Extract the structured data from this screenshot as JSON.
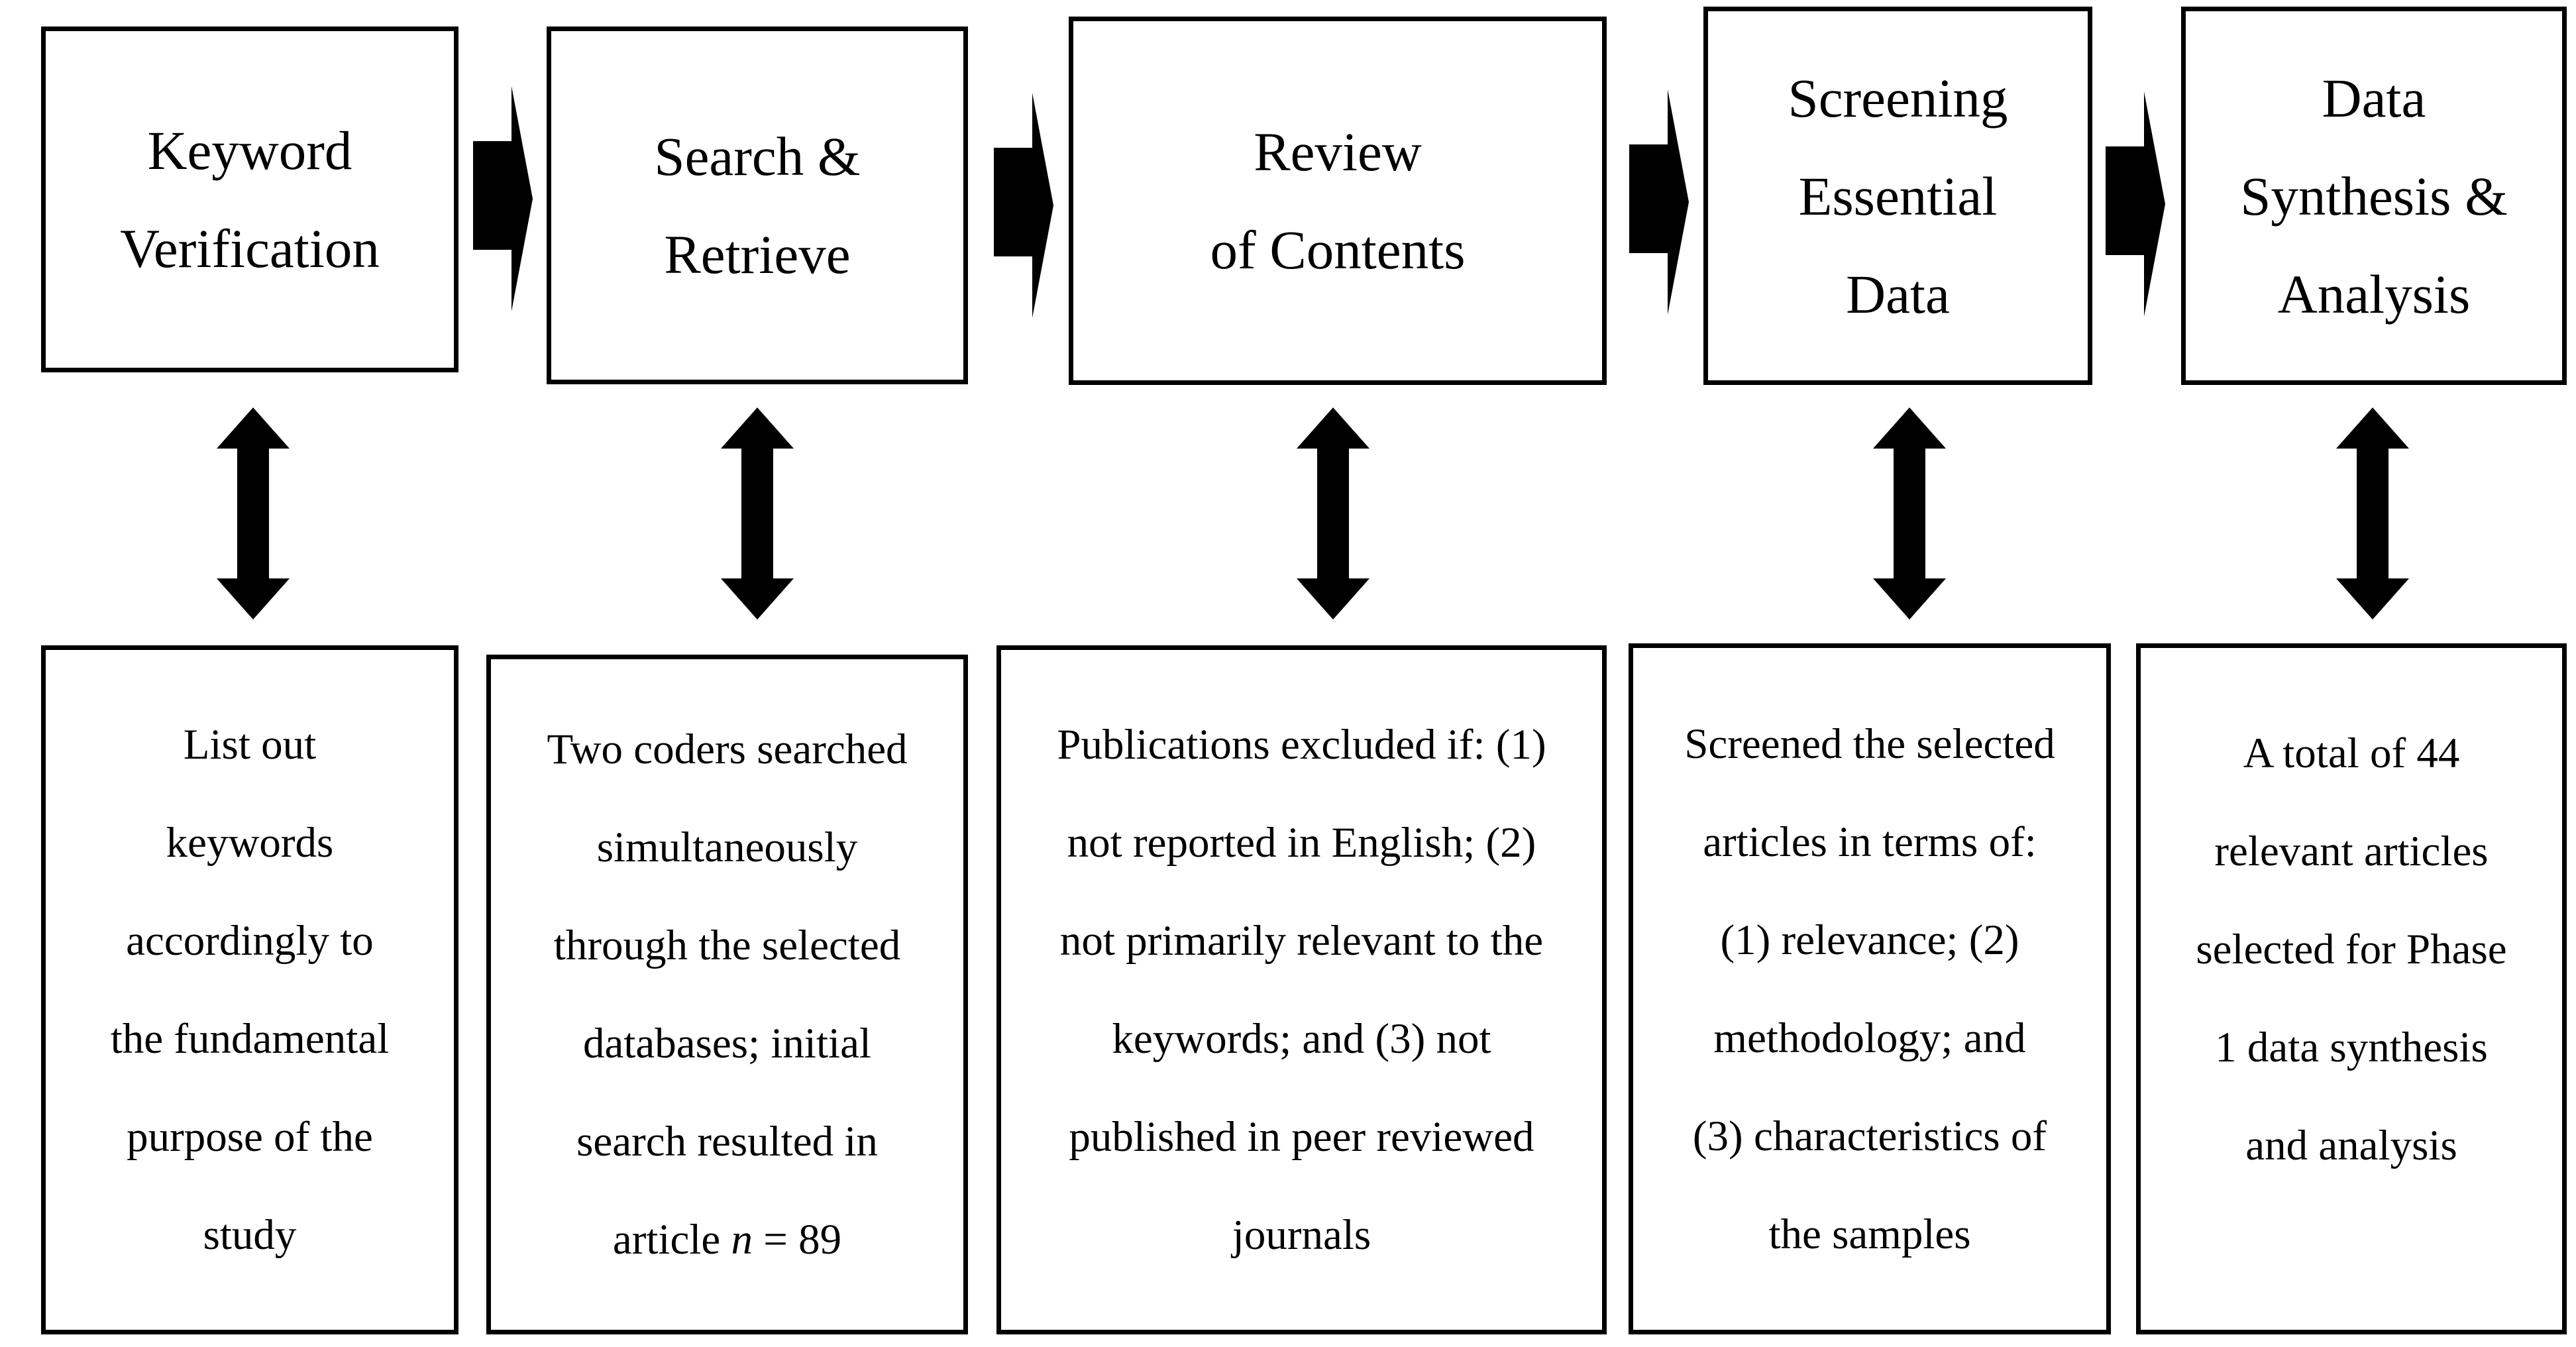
{
  "phases": [
    {
      "lines": [
        "Keyword",
        "Verification"
      ]
    },
    {
      "lines": [
        "Search &",
        "Retrieve"
      ]
    },
    {
      "lines": [
        "Review",
        "of Contents"
      ]
    },
    {
      "lines": [
        "Screening",
        "Essential",
        "Data"
      ]
    },
    {
      "lines": [
        "Data",
        "Synthesis &",
        "Analysis"
      ]
    }
  ],
  "details": [
    {
      "lines": [
        "List out",
        "keywords",
        "accordingly to",
        "the fundamental",
        "purpose of the",
        "study"
      ]
    },
    {
      "lines": [
        "Two coders searched",
        "simultaneously",
        "through the selected",
        "databases; initial",
        "search resulted in"
      ],
      "last_prefix": "article ",
      "last_italic": "n",
      "last_suffix": " = 89"
    },
    {
      "lines": [
        "Publications excluded if: (1)",
        "not reported in English; (2)",
        "not primarily relevant to the",
        "keywords; and (3) not",
        "published in peer reviewed",
        "journals"
      ]
    },
    {
      "lines": [
        "Screened the selected",
        "articles in terms of:",
        "(1) relevance; (2)",
        "methodology; and",
        "(3) characteristics of",
        "the samples"
      ]
    },
    {
      "lines": [
        "A total of 44",
        "relevant articles",
        "selected for Phase",
        "1 data synthesis",
        "and analysis"
      ]
    }
  ]
}
